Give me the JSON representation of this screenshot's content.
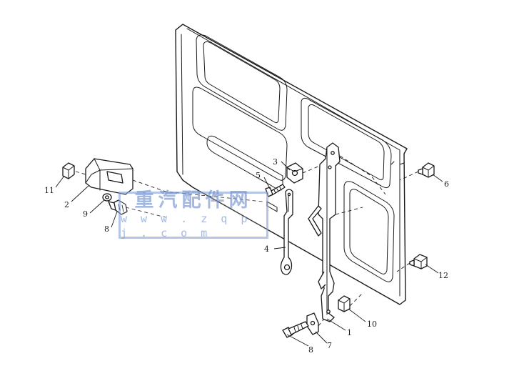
{
  "callouts": {
    "c1": "1",
    "c2": "2",
    "c3": "3",
    "c4": "4",
    "c5": "5",
    "c6": "6",
    "c7": "7",
    "c8a": "8",
    "c8b": "8",
    "c9": "9",
    "c10": "10",
    "c11": "11",
    "c12": "12"
  },
  "watermark": {
    "name": "重汽配件网",
    "url": "w w w . z q p j . c o m"
  }
}
